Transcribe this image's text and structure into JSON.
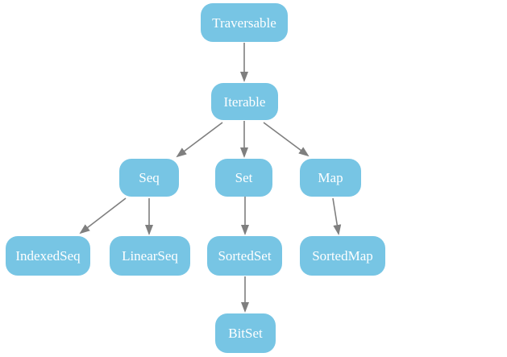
{
  "diagram": {
    "type": "hierarchy-tree",
    "nodes": [
      {
        "id": "traversable",
        "label": "Traversable"
      },
      {
        "id": "iterable",
        "label": "Iterable"
      },
      {
        "id": "seq",
        "label": "Seq"
      },
      {
        "id": "set",
        "label": "Set"
      },
      {
        "id": "map",
        "label": "Map"
      },
      {
        "id": "indexedseq",
        "label": "IndexedSeq"
      },
      {
        "id": "linearseq",
        "label": "LinearSeq"
      },
      {
        "id": "sortedset",
        "label": "SortedSet"
      },
      {
        "id": "sortedmap",
        "label": "SortedMap"
      },
      {
        "id": "bitset",
        "label": "BitSet"
      }
    ],
    "edges": [
      {
        "from": "Traversable",
        "to": "Iterable"
      },
      {
        "from": "Iterable",
        "to": "Seq"
      },
      {
        "from": "Iterable",
        "to": "Set"
      },
      {
        "from": "Iterable",
        "to": "Map"
      },
      {
        "from": "Seq",
        "to": "IndexedSeq"
      },
      {
        "from": "Seq",
        "to": "LinearSeq"
      },
      {
        "from": "Set",
        "to": "SortedSet"
      },
      {
        "from": "Map",
        "to": "SortedMap"
      },
      {
        "from": "SortedSet",
        "to": "BitSet"
      }
    ]
  },
  "colors": {
    "node_fill": "#77c5e4",
    "node_text": "#ffffff",
    "arrow": "#7f7f7f",
    "background": "#ffffff"
  }
}
